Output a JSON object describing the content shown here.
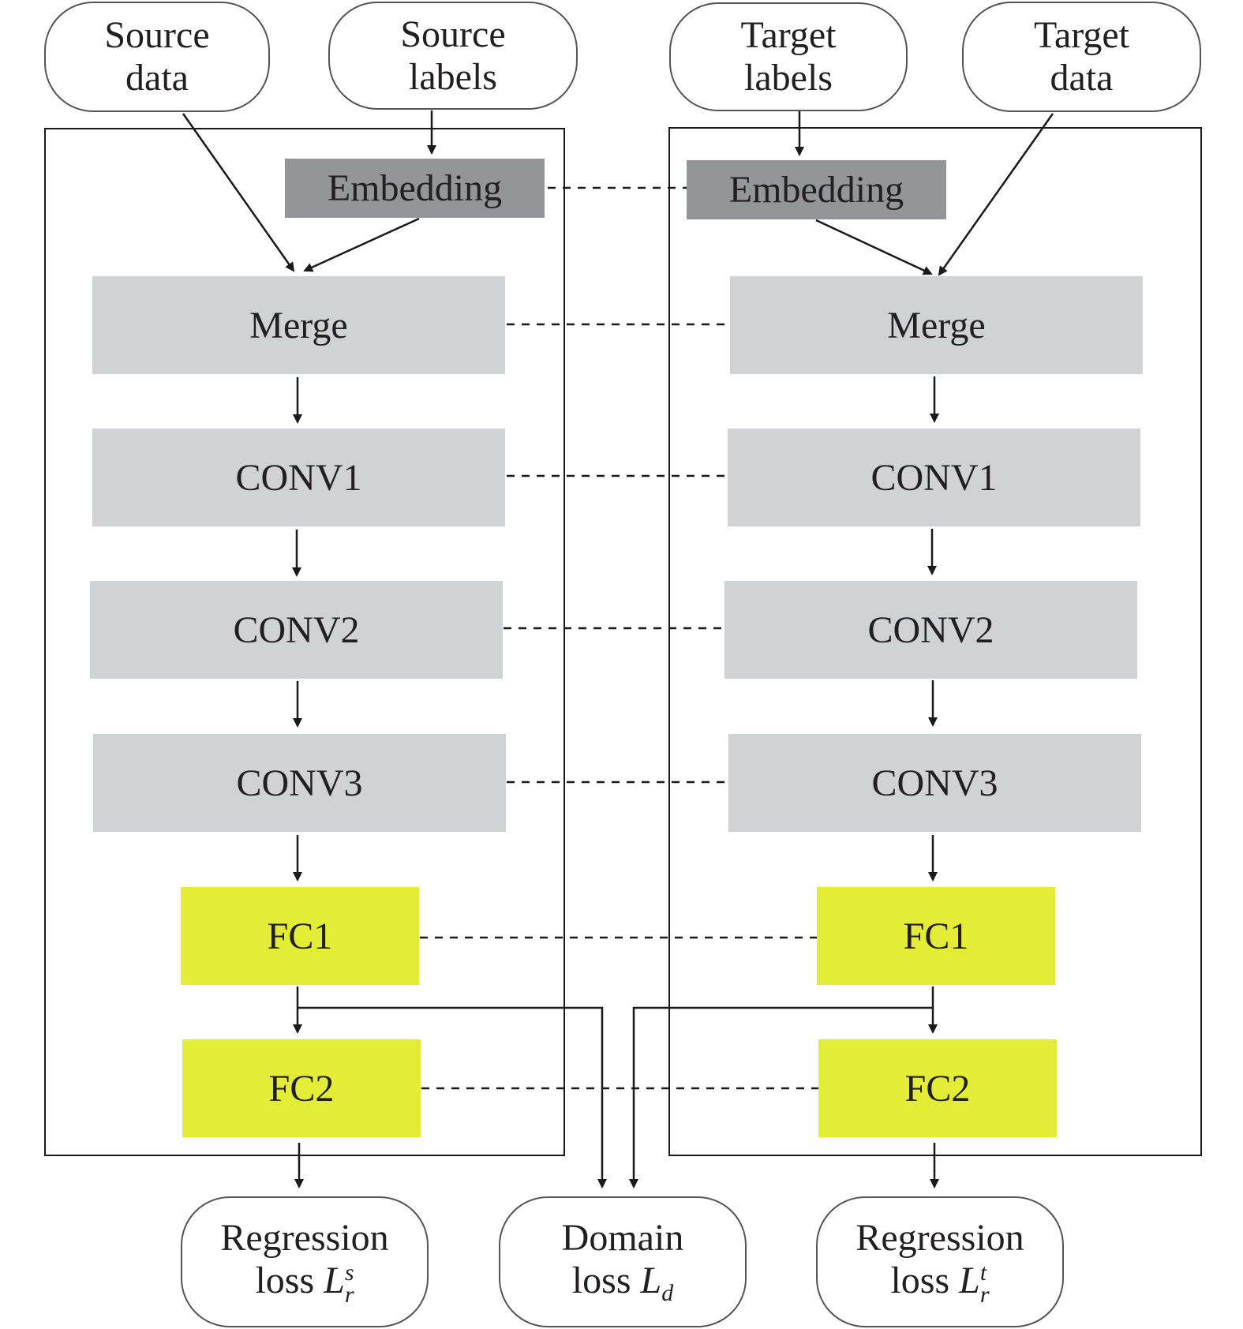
{
  "inputs": {
    "source_data": [
      "Source",
      "data"
    ],
    "source_labels": [
      "Source",
      "labels"
    ],
    "target_labels": [
      "Target",
      "labels"
    ],
    "target_data": [
      "Target",
      "data"
    ]
  },
  "source_branch": {
    "embedding": "Embedding",
    "merge": "Merge",
    "conv1": "CONV1",
    "conv2": "CONV2",
    "conv3": "CONV3",
    "fc1": "FC1",
    "fc2": "FC2"
  },
  "target_branch": {
    "embedding": "Embedding",
    "merge": "Merge",
    "conv1": "CONV1",
    "conv2": "CONV2",
    "conv3": "CONV3",
    "fc1": "FC1",
    "fc2": "FC2"
  },
  "outputs": {
    "source_loss": {
      "line1": "Regression",
      "line2": "loss",
      "symbol": "L",
      "sub": "r",
      "sup": "s"
    },
    "domain_loss": {
      "line1": "Domain",
      "line2": "loss",
      "symbol": "L",
      "sub": "d"
    },
    "target_loss": {
      "line1": "Regression",
      "line2": "loss",
      "symbol": "L",
      "sub": "r",
      "sup": "t"
    }
  },
  "colors": {
    "embedding": "#939598",
    "layer": "#d1d2d3",
    "fc": "#e3ed36",
    "line": "#1a1a1a"
  }
}
